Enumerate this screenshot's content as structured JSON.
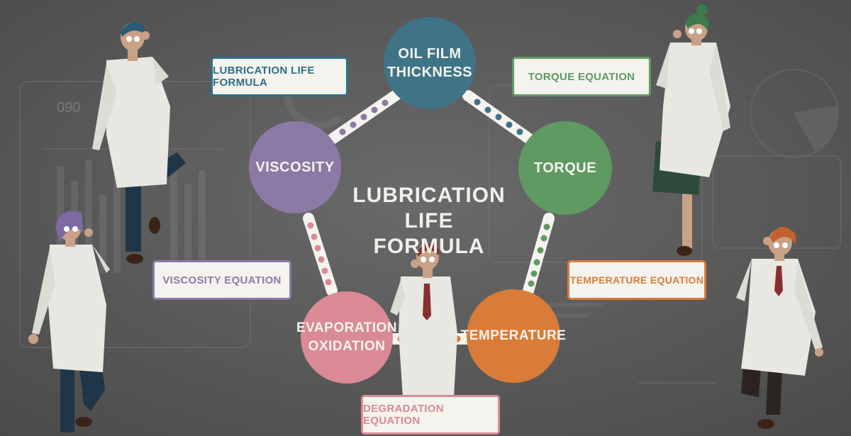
{
  "center_title_line1": "LUBRICATION LIFE",
  "center_title_line2": "FORMULA",
  "nodes": {
    "oil_film": {
      "line1": "OIL FILM",
      "line2": "THICKNESS",
      "color": "#3f7487"
    },
    "torque": {
      "label": "TORQUE",
      "color": "#5f9a63"
    },
    "temperature": {
      "label": "TEMPERATURE",
      "color": "#d97c3a"
    },
    "evaporation": {
      "line1": "EVAPORATION",
      "line2": "OXIDATION",
      "color": "#d98a95"
    },
    "viscosity": {
      "label": "VISCOSITY",
      "color": "#8c7aa6"
    }
  },
  "labels": {
    "lubrication_life_formula": {
      "text": "LUBRICATION LIFE FORMULA",
      "color": "#2f6f87"
    },
    "torque_equation": {
      "text": "TORQUE EQUATION",
      "color": "#5f9a63"
    },
    "viscosity_equation": {
      "text": "VISCOSITY EQUATION",
      "color": "#8c7aa6"
    },
    "temperature_equation": {
      "text": "TEMPERATURE EQUATION",
      "color": "#d97c3a"
    },
    "degradation_equation": {
      "text": "DEGRADATION EQUATION",
      "color": "#d98a95"
    }
  },
  "background": {
    "gauge_number": "090"
  }
}
